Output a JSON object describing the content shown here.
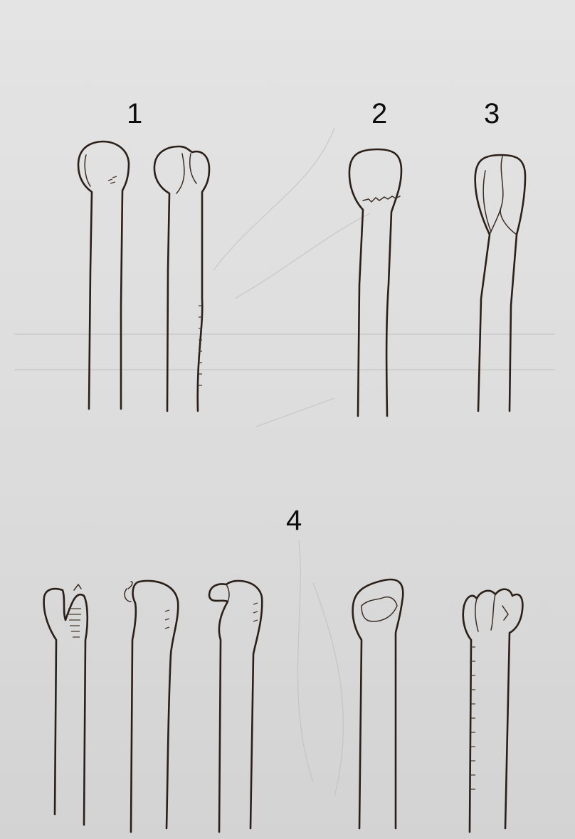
{
  "labels": {
    "group1": "1",
    "group2": "2",
    "group3": "3",
    "group4": "4"
  },
  "colors": {
    "paper": "#dcdcdc",
    "ink": "#2b1f19"
  }
}
